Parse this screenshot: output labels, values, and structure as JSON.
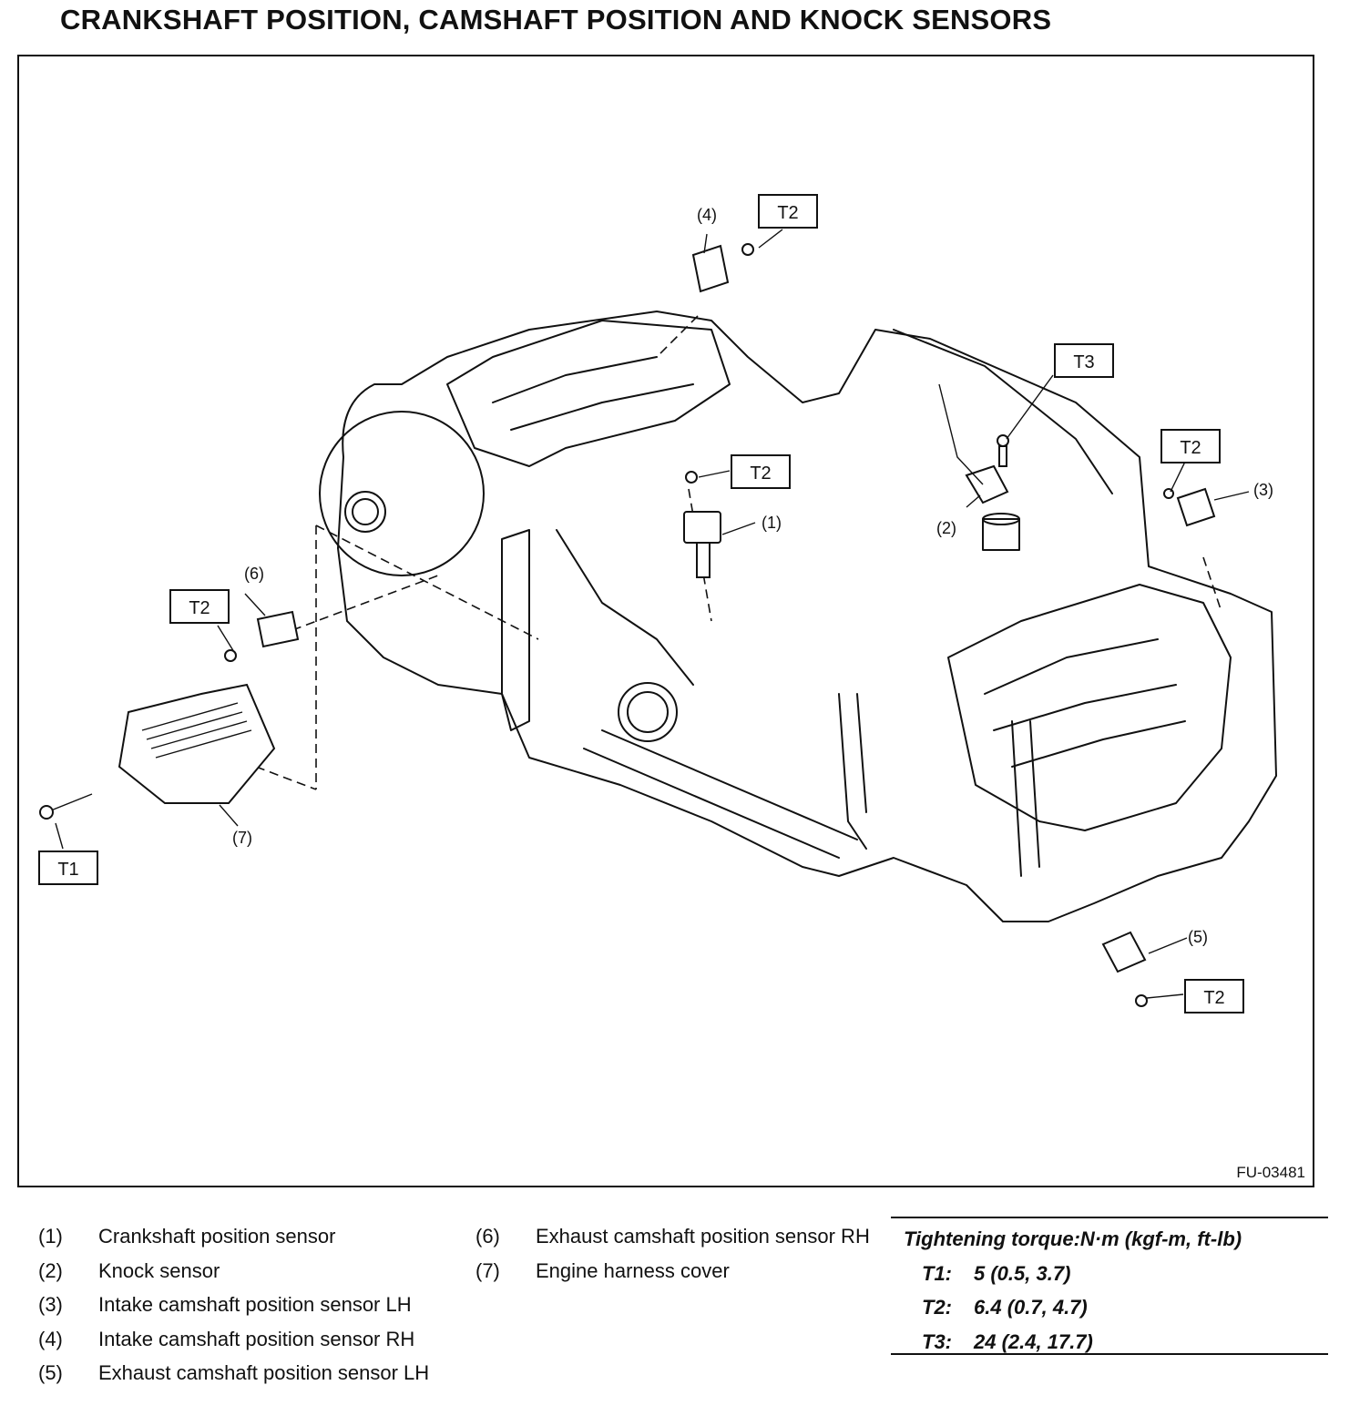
{
  "title": "CRANKSHAFT POSITION, CAMSHAFT POSITION AND KNOCK SENSORS",
  "figure_id": "FU-03481",
  "callouts": {
    "c1": "(1)",
    "c2": "(2)",
    "c3": "(3)",
    "c4": "(4)",
    "c5": "(5)",
    "c6": "(6)",
    "c7": "(7)"
  },
  "torque_tags": {
    "t1": "T1",
    "t2_top": "T2",
    "t2_mid": "T2",
    "t2_right": "T2",
    "t2_left": "T2",
    "t2_bottom": "T2",
    "t3": "T3"
  },
  "legend": {
    "left": [
      {
        "num": "(1)",
        "text": "Crankshaft position sensor"
      },
      {
        "num": "(2)",
        "text": "Knock sensor"
      },
      {
        "num": "(3)",
        "text": "Intake camshaft position sensor LH"
      },
      {
        "num": "(4)",
        "text": "Intake camshaft position sensor RH"
      },
      {
        "num": "(5)",
        "text": "Exhaust camshaft position sensor LH"
      }
    ],
    "right": [
      {
        "num": "(6)",
        "text": "Exhaust camshaft position sensor RH"
      },
      {
        "num": "(7)",
        "text": "Engine harness cover"
      }
    ]
  },
  "torque": {
    "heading": "Tightening torque:N·m (kgf-m, ft-lb)",
    "rows": [
      {
        "key": "T1:",
        "value": "5 (0.5, 3.7)"
      },
      {
        "key": "T2:",
        "value": "6.4 (0.7, 4.7)"
      },
      {
        "key": "T3:",
        "value": "24 (2.4, 17.7)"
      }
    ]
  }
}
